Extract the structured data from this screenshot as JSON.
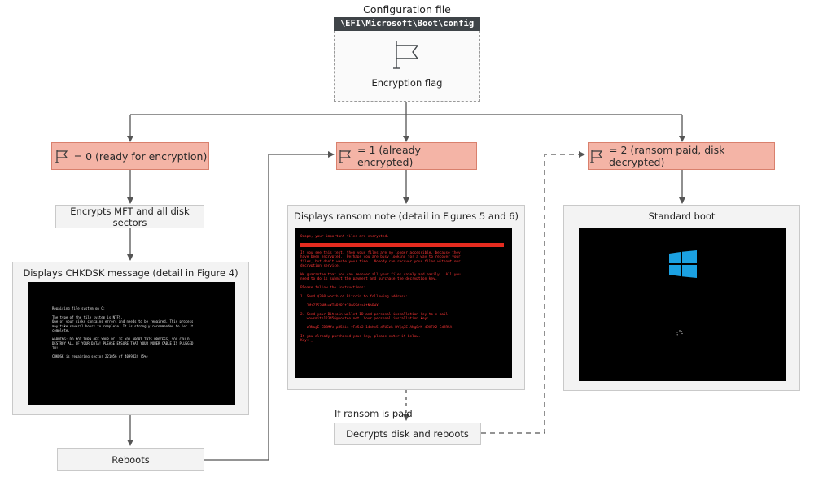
{
  "config": {
    "title": "Configuration file",
    "path": "\\EFI\\Microsoft\\Boot\\config",
    "flag_label": "Encryption flag"
  },
  "states": [
    {
      "label": "= 0 (ready for encryption)"
    },
    {
      "label": "= 1 (already encrypted)"
    },
    {
      "label": "= 2 (ransom paid, disk decrypted)"
    }
  ],
  "steps": {
    "encrypt": "Encrypts MFT and all disk sectors",
    "chkdsk_title": "Displays CHKDSK message (detail in Figure 4)",
    "reboots": "Reboots",
    "ransom_title": "Displays ransom note (detail in Figures 5 and 6)",
    "if_paid": "If ransom is paid",
    "decrypts": "Decrypts disk and reboots",
    "standard_title": "Standard boot"
  },
  "chkdsk_screen": "Repairing file system on C:\n\nThe type of the file system is NTFS.\nOne of your disks contains errors and needs to be repaired. This process\nmay take several hours to complete. It is strongly recommended to let it\ncomplete.\n\nWARNING: DO NOT TURN OFF YOUR PC! IF YOU ABORT THIS PROCESS, YOU COULD\nDESTROY ALL OF YOUR DATA! PLEASE ENSURE THAT YOUR POWER CABLE IS PLUGGED\nIN!\n\nCHKDSK is repairing sector 221056 of 4099424 (5%)",
  "ransom_screen": {
    "header": "Ooops, your important files are encrypted.",
    "body": "If you see this text, then your files are no longer accessible, because they\nhave been encrypted.  Perhaps you are busy looking for a way to recover your\nfiles, but don't waste your time.  Nobody can recover your files without our\ndecryption service.\n\nWe guarantee that you can recover all your files safely and easily.  All you\nneed to do is submit the payment and purchase the decryption key.\n\nPlease follow the instructions:\n\n1. Send $300 worth of Bitcoin to following address:\n\n   1Mz7153HMuxXTuR2R1t78mGSdzaAtNbBWX\n\n2. Send your Bitcoin wallet ID and personal installation key to e-mail\n   wowsmith123456@posteo.net. Your personal installation key:\n\n   zRNagE-CDBMfc-pD5Ai4-vFd5d2-14mhs5-d7UCzb-RYjq3E-ANg8rK-49XFX2-Ed2R5A\n\nIf you already purchased your key, please enter it below.\nKey: _"
  },
  "colors": {
    "flag_fill": "#f4b4a6",
    "flag_border": "#d9806d",
    "arrow": "#555555",
    "box_fill": "#f3f3f3",
    "note_text": "#ff3535",
    "windows_logo": "#1ba1e2"
  },
  "icons": {
    "flag": "flag-icon",
    "windows": "windows-logo",
    "spinner": "spinner-icon"
  }
}
